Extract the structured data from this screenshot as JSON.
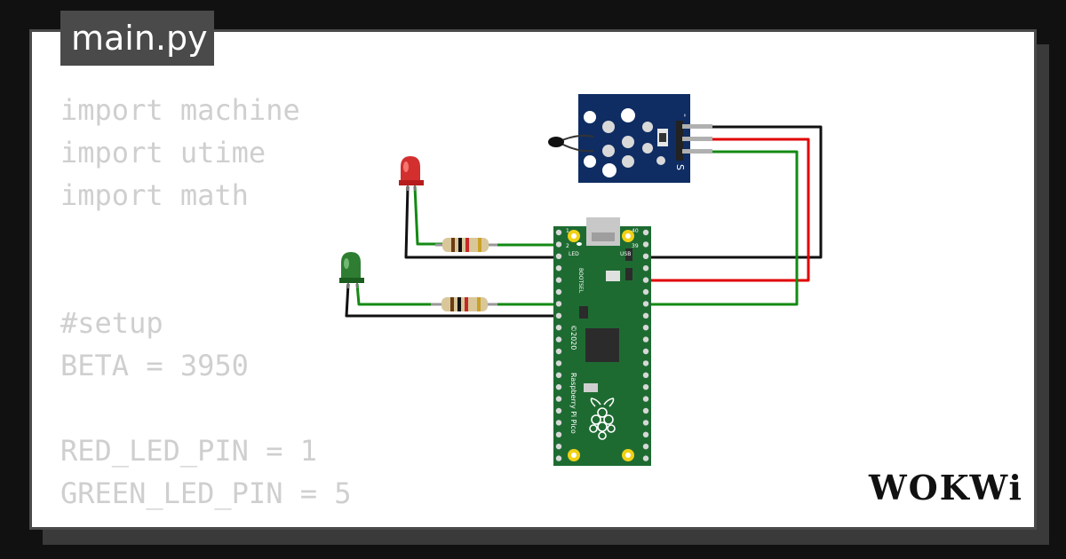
{
  "editor": {
    "filename": "main.py",
    "code_lines": [
      "import machine",
      "import utime",
      "import math",
      "",
      "",
      "#setup",
      "BETA = 3950",
      "",
      "RED_LED_PIN = 1",
      "GREEN_LED_PIN = 5"
    ]
  },
  "circuit": {
    "board": {
      "name": "Raspberry Pi Pico",
      "year": "©2020",
      "led_label": "LED",
      "usb_label": "USB",
      "bootsel_label": "BOOTSEL",
      "pin_labels": [
        "1",
        "2",
        "39",
        "40"
      ]
    },
    "sensor_module": {
      "labels": [
        "-",
        "S"
      ]
    },
    "components": [
      {
        "type": "led",
        "color": "#d32f2f"
      },
      {
        "type": "led",
        "color": "#2e7d32"
      },
      {
        "type": "resistor"
      },
      {
        "type": "resistor"
      }
    ],
    "wire_colors": {
      "black": "#111111",
      "red": "#e00000",
      "green": "#138a13"
    }
  },
  "brand": {
    "logo_text": "WOKWi"
  }
}
